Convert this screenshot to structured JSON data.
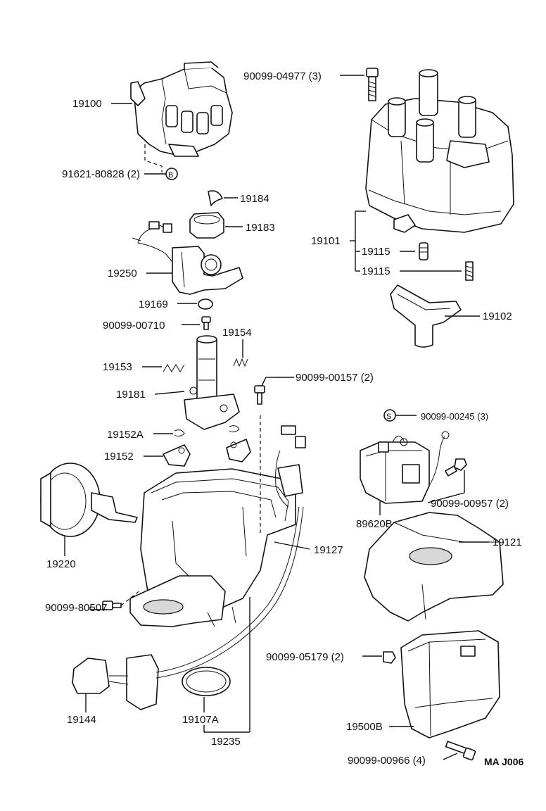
{
  "labels": {
    "p19100": "19100",
    "p91621": "91621-80828 (2)",
    "p91621_marker": "B",
    "p90099_04977": "90099-04977 (3)",
    "p19184": "19184",
    "p19183": "19183",
    "p19101": "19101",
    "p19115a": "19115",
    "p19115b": "19115",
    "p19250": "19250",
    "p19169": "19169",
    "p19102": "19102",
    "p90099_00710": "90099-00710",
    "p19154": "19154",
    "p19153": "19153",
    "p90099_00157": "90099-00157 (2)",
    "p19181": "19181",
    "p90099_00245_marker": "S",
    "p90099_00245": "90099-00245 (3)",
    "p19152A": "19152A",
    "p19152": "19152",
    "p90099_00957": "90099-00957 (2)",
    "p89620B": "89620B",
    "p19121": "19121",
    "p19220": "19220",
    "p19127": "19127",
    "p90099_80507": "90099-80507",
    "p90099_05179": "90099-05179 (2)",
    "p19144": "19144",
    "p19107A": "19107A",
    "p19500B": "19500B",
    "p19235": "19235",
    "p90099_00966": "90099-00966 (4)",
    "figure_code": "MA J006"
  }
}
